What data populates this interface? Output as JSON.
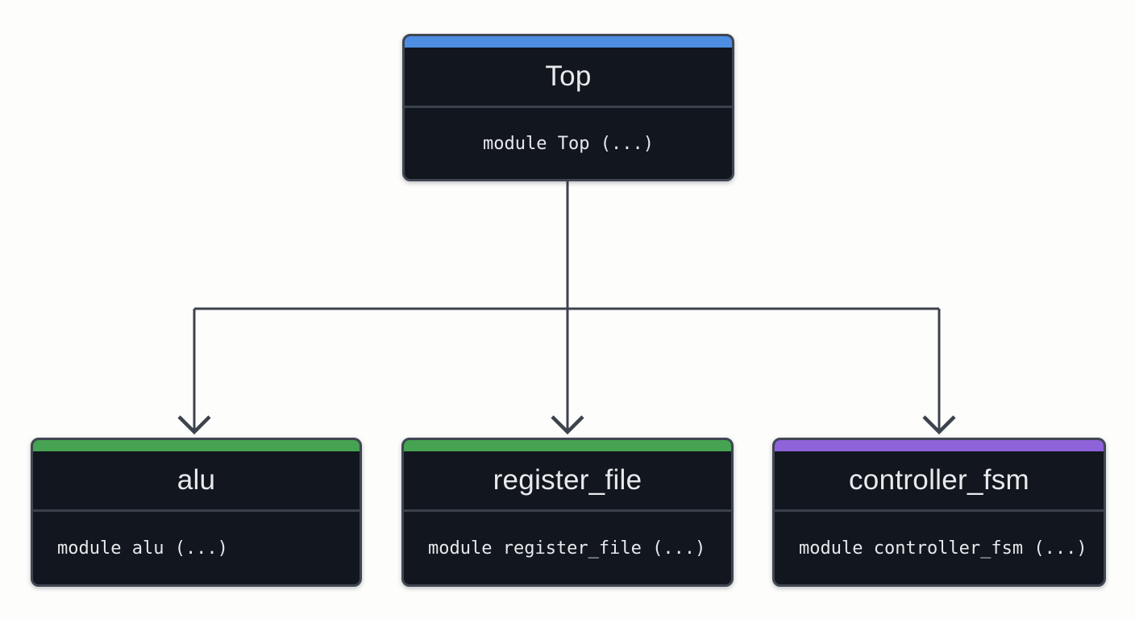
{
  "colors": {
    "background": "#fdfdfc",
    "node_fill": "#12161e",
    "node_border": "#404652",
    "divider": "#3a414b",
    "title_text": "#e8eaec",
    "code_text": "#e6e9ec",
    "connector": "#3d434d",
    "accent_blue": "#4d8ee3",
    "accent_green": "#45a351",
    "accent_purple": "#8e62d8"
  },
  "nodes": [
    {
      "id": "top",
      "title": "Top",
      "code": "module Top (...)",
      "accent_color": "#4d8ee3",
      "body_align": "center"
    },
    {
      "id": "alu",
      "title": "alu",
      "code": "module alu (...)",
      "accent_color": "#45a351",
      "body_align": "left"
    },
    {
      "id": "register_file",
      "title": "register_file",
      "code": "module register_file (...)",
      "accent_color": "#45a351",
      "body_align": "left"
    },
    {
      "id": "controller_fsm",
      "title": "controller_fsm",
      "code": "module controller_fsm (...)",
      "accent_color": "#8e62d8",
      "body_align": "left"
    }
  ],
  "edges": [
    {
      "from": "Top",
      "to": "alu"
    },
    {
      "from": "Top",
      "to": "register_file"
    },
    {
      "from": "Top",
      "to": "controller_fsm"
    }
  ]
}
